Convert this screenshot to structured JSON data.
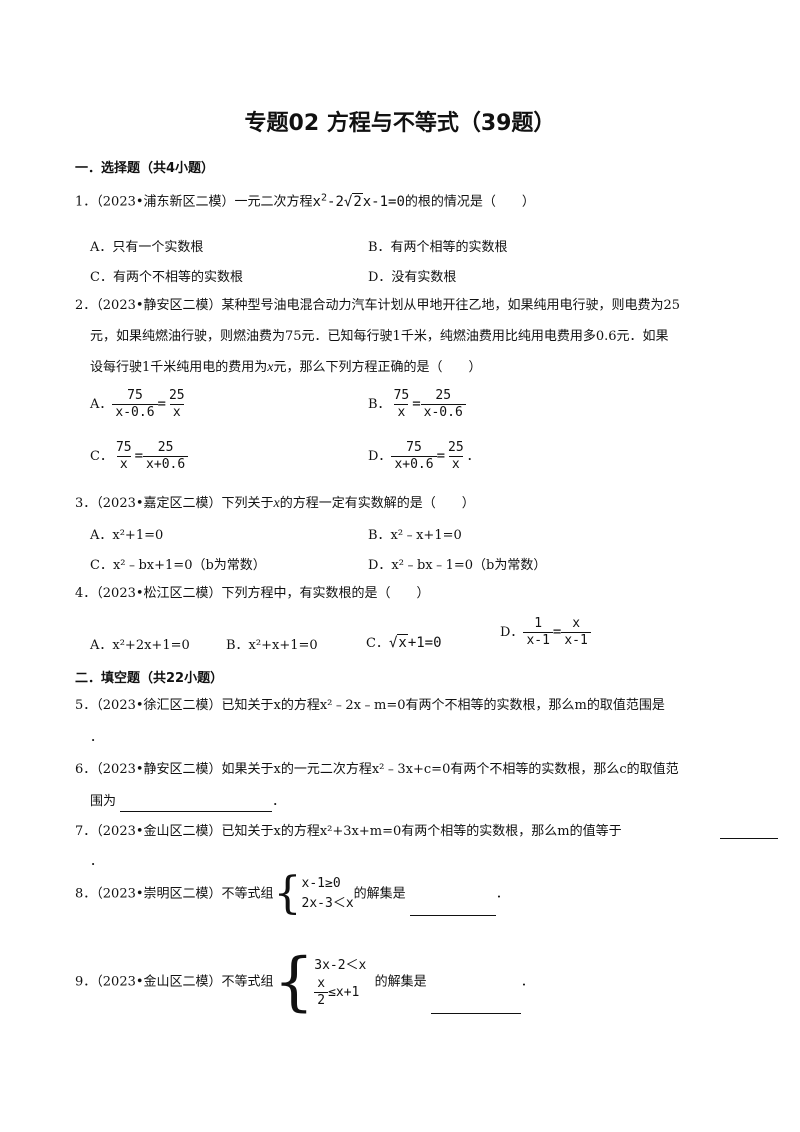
{
  "title": "专题02 方程与不等式（39题）",
  "sections": {
    "s1": "一．选择题（共4小题）",
    "s2": "二．填空题（共22小题）"
  },
  "q1": {
    "num": "1．",
    "src": "（2023•浦东新区二模）一元二次方程",
    "eq_a": "x",
    "eq_sup": "2",
    "eq_b": "-2",
    "eq_rad": "2",
    "eq_c": "x-1=0",
    "tail": "的根的情况是（　　）",
    "A": "A．只有一个实数根",
    "B": "B．有两个相等的实数根",
    "C": "C．有两个不相等的实数根",
    "D": "D．没有实数根"
  },
  "q2": {
    "line1": "2．（2023•静安区二模）某种型号油电混合动力汽车计划从甲地开往乙地，如果纯用电行驶，则电费为25",
    "line2": "元，如果纯燃油行驶，则燃油费为75元．已知每行驶1千米，纯燃油费用比纯用电费用多0.6元．如果",
    "line3a": "设每行驶1千米纯用电的费用为",
    "line3var": "x",
    "line3b": "元，那么下列方程正确的是（　　）",
    "A_label": "A．",
    "A_n1": "75",
    "A_d1": "x-0.6",
    "A_eq": "=",
    "A_n2": "25",
    "A_d2": "x",
    "B_label": "B．",
    "B_n1": "75",
    "B_d1": "x",
    "B_eq": "=",
    "B_n2": "25",
    "B_d2": "x-0.6",
    "C_label": "C．",
    "C_n1": "75",
    "C_d1": "x",
    "C_eq": "=",
    "C_n2": "25",
    "C_d2": "x+0.6",
    "D_label": "D．",
    "D_n1": "75",
    "D_d1": "x+0.6",
    "D_eq": "=",
    "D_n2": "25",
    "D_d2": "x",
    "D_end": "．"
  },
  "q3": {
    "num": "3．（2023•嘉定区二模）下列关于",
    "var": "x",
    "tail": "的方程一定有实数解的是（　　）",
    "A": "A．x²+1=0",
    "B": "B．x²﹣x+1=0",
    "C": "C．x²﹣bx+1=0（b为常数）",
    "D": "D．x²﹣bx﹣1=0（b为常数）"
  },
  "q4": {
    "line": "4．（2023•松江区二模）下列方程中，有实数根的是（　　）",
    "A": "A．x²+2x+1=0",
    "B": "B．x²+x+1=0",
    "C_label": "C．",
    "C_rad": "x",
    "C_tail": "+1=0",
    "D_label": "D．",
    "D_n1": "1",
    "D_d1": "x-1",
    "D_eq": "=",
    "D_n2": "x",
    "D_d2": "x-1"
  },
  "q5": {
    "line1": "5．（2023•徐汇区二模）已知关于x的方程x²﹣2x﹣m=0有两个不相等的实数根，那么m的取值范围是",
    "line2": "．"
  },
  "q6": {
    "line1": "6．（2023•静安区二模）如果关于x的一元二次方程x²﹣3x+c=0有两个不相等的实数根，那么c的取值范",
    "line2a": "围为",
    "line2b": "．"
  },
  "q7": {
    "line1": "7．（2023•金山区二模）已知关于x的方程x²+3x+m=0有两个相等的实数根，那么m的值等于",
    "line2": "．"
  },
  "q8": {
    "pre": "8．（2023•崇明区二模）不等式组",
    "r1": "x-1≥0",
    "r2": "2x-3＜x",
    "post": "的解集是",
    "end": "．"
  },
  "q9": {
    "pre": "9．（2023•金山区二模）不等式组",
    "r1": "3x-2＜x",
    "r2_n": "x",
    "r2_d": "2",
    "r2_t": "≤x+1",
    "post": "的解集是",
    "end": "．"
  }
}
